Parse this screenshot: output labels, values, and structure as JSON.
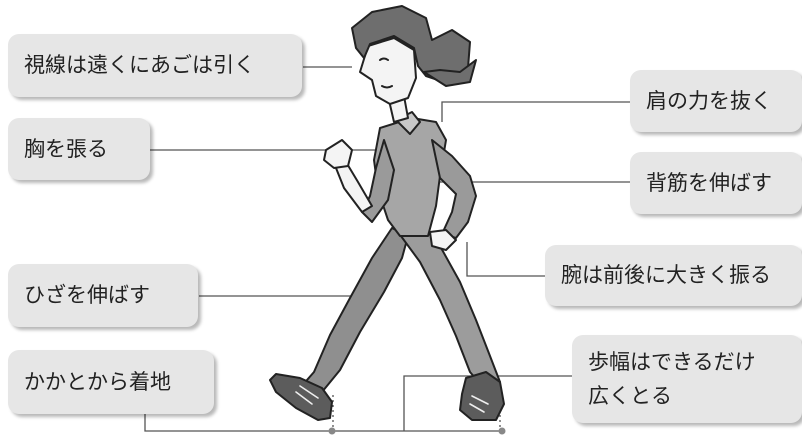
{
  "labels": {
    "gaze": "視線は遠くにあごは引く",
    "chest": "胸を張る",
    "knee": "ひざを伸ばす",
    "heel": "かかとから着地",
    "shoulder": "肩の力を抜く",
    "back": "背筋を伸ばす",
    "arms": "腕は前後に大きく振る",
    "stride_line1": "歩幅はできるだけ",
    "stride_line2": "広くとる"
  },
  "colors": {
    "box_fill": "#e6e6e6",
    "line": "#555555",
    "figure_stroke": "#222222",
    "figure_fill": "#9a9a9a"
  },
  "figure": "walking-woman-illustration"
}
